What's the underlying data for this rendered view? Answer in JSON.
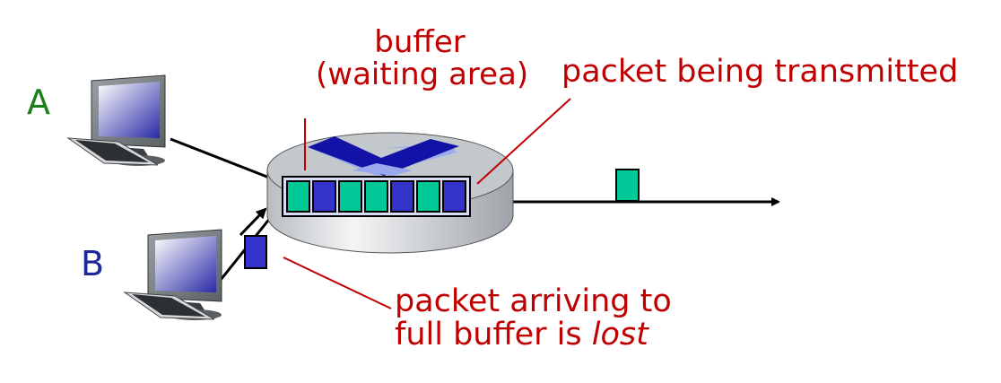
{
  "hosts": [
    {
      "id": "A",
      "label": "A",
      "color": "#1a7f1a"
    },
    {
      "id": "B",
      "label": "B",
      "color": "#1f2a9a"
    }
  ],
  "labels": {
    "buffer_line1": "buffer",
    "buffer_line2": "(waiting area)",
    "transmitting": "packet being transmitted",
    "lost_line1": "packet arriving to",
    "lost_line2_prefix": "full buffer is ",
    "lost_line2_italic": "lost"
  },
  "buffer": {
    "packets": [
      "green",
      "blue",
      "green",
      "green",
      "blue",
      "green",
      "blue"
    ]
  },
  "colors": {
    "packet_green": "#00c896",
    "packet_blue": "#3333cc",
    "annotation": "#c00000",
    "link": "#000000",
    "router_body": "#c8ccd0"
  },
  "in_flight": {
    "outgoing_packet": "green",
    "arriving_packet": "blue"
  }
}
